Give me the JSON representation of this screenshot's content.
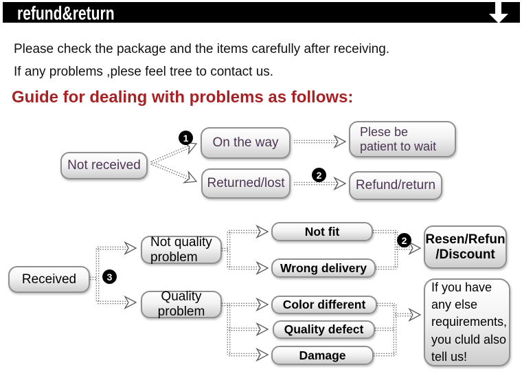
{
  "banner": {
    "title": "refund&return"
  },
  "intro": {
    "line1": "Please check the package and the items carefully after receiving.",
    "line2": "If any problems ,plese feel tree to contact us."
  },
  "heading": "Guide for dealing with problems as follows:",
  "flow_not_received": {
    "root": "Not received",
    "badge1": "1",
    "badge2": "2",
    "on_the_way": "On the way",
    "returned_lost": "Returned/lost",
    "please_wait": "Plese be\npatient to wait",
    "refund_return": "Refund/return"
  },
  "flow_received": {
    "root": "Received",
    "badge3": "3",
    "badge2": "2",
    "not_quality": "Not quality\nproblem",
    "quality": "Quality\nproblem",
    "not_fit": "Not fit",
    "wrong_delivery": "Wrong delivery",
    "color_different": "Color different",
    "quality_defect": "Quality defect",
    "damage": "Damage",
    "resend": "Resen/Refun\n/Discount",
    "other": "If you have\nany else\nrequirements,\nyou cluld also\ntell us!"
  },
  "colors": {
    "banner_bg": "#000000",
    "banner_text": "#ffffff",
    "heading_red": "#a62225",
    "node_text_purple": "#4b3553",
    "node_border": "#8f8f8f",
    "node_gradient_bottom": "#cdcdcd"
  }
}
